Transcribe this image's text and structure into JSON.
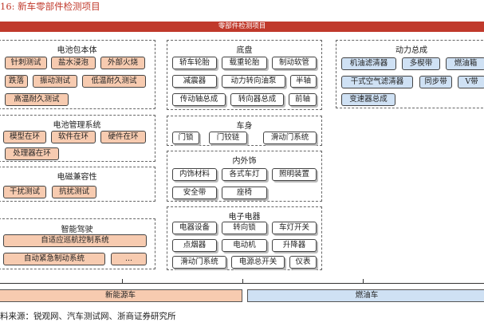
{
  "caption": "16:  新车零部件检测项目",
  "header": "零部件检测项目",
  "colors": {
    "accent_red": "#c0392b",
    "ev_orange": "#f7cbb0",
    "fuel_blue": "#cfe1f4"
  },
  "left": {
    "battery_pack": {
      "title": "电池包本体",
      "items": [
        "针刺测试",
        "盐水浸泡",
        "外部火烧",
        "跌落",
        "振动测试",
        "低温耐久测试",
        "高温耐久测试"
      ]
    },
    "bms": {
      "title": "电池管理系统",
      "items": [
        "模型在环",
        "软件在环",
        "硬件在环",
        "处理器在环"
      ]
    },
    "emc": {
      "title": "电磁兼容性",
      "items": [
        "干扰测试",
        "抗扰测试"
      ]
    },
    "adas": {
      "title": "智能驾驶",
      "items": [
        "自适应巡航控制系统",
        "自动紧急制动系统",
        "..."
      ]
    }
  },
  "middle": {
    "chassis": {
      "title": "底盘",
      "items": [
        "轿车轮胎",
        "载重轮胎",
        "制动软管",
        "减震器",
        "动力转向油泵",
        "半轴",
        "传动轴总成",
        "转向器总成",
        "前轴"
      ]
    },
    "body": {
      "title": "车身",
      "items": [
        "门锁",
        "门铰链",
        "滑动门系统"
      ]
    },
    "interior": {
      "title": "内外饰",
      "items": [
        "内饰材料",
        "各式车灯",
        "照明装置",
        "安全带",
        "座椅"
      ]
    },
    "electrical": {
      "title": "电子电器",
      "items": [
        "电器设备",
        "转向锁",
        "车灯开关",
        "点烟器",
        "电动机",
        "升降器",
        "滑动门系统",
        "电源总开关",
        "仪表"
      ]
    }
  },
  "right": {
    "powertrain": {
      "title": "动力总成",
      "items": [
        "机油滤清器",
        "多楔带",
        "燃油箱",
        "干式空气滤清器",
        "同步带",
        "V带",
        "变速器总成"
      ]
    }
  },
  "bottom": {
    "ev": "新能源车",
    "fuel": "燃油车"
  },
  "source": "料来源：锐观网、汽车测试网、浙商证券研究所"
}
